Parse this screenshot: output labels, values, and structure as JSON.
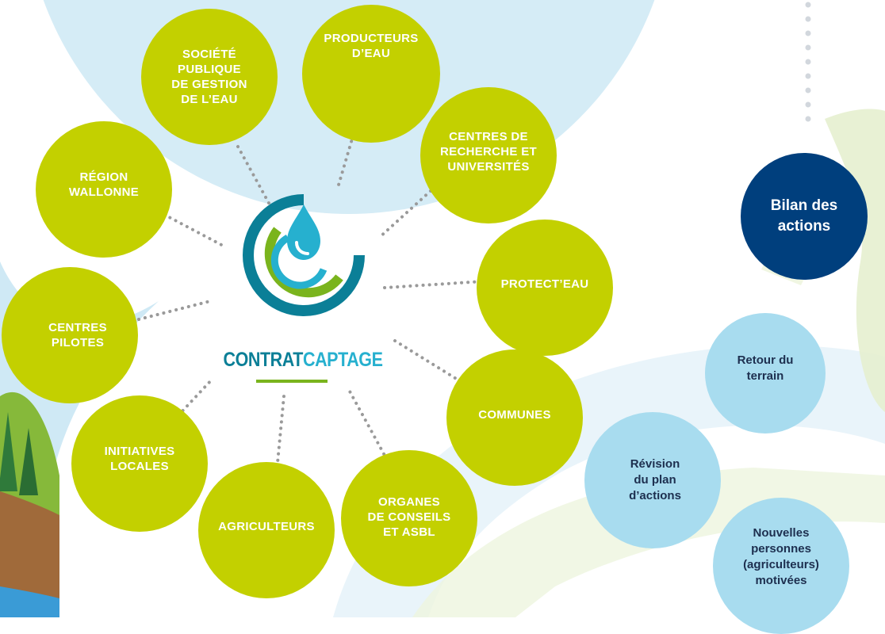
{
  "logo": {
    "word1": "CONTRAT",
    "word2": "CAPTAGE"
  },
  "partners": [
    {
      "id": "societe",
      "label": "SOCIÉTÉ\nPUBLIQUE\nDE GESTION\nDE L’EAU"
    },
    {
      "id": "producteurs",
      "label": "PRODUCTEURS\nD’EAU"
    },
    {
      "id": "centres-recherche",
      "label": "CENTRES DE\nRECHERCHE ET\nUNIVERSITÉS"
    },
    {
      "id": "region",
      "label": "RÉGION\nWALLONNE"
    },
    {
      "id": "protecteau",
      "label": "PROTECT’EAU"
    },
    {
      "id": "centres-pilotes",
      "label": "CENTRES\nPILOTES"
    },
    {
      "id": "communes",
      "label": "COMMUNES"
    },
    {
      "id": "initiatives",
      "label": "INITIATIVES\nLOCALES"
    },
    {
      "id": "agriculteurs",
      "label": "AGRICULTEURS"
    },
    {
      "id": "organes",
      "label": "ORGANES\nDE CONSEILS\nET ASBL"
    }
  ],
  "cycle": {
    "bilan": "Bilan des\nactions",
    "retour": "Retour du\nterrain",
    "revision": "Révision\ndu plan\nd’actions",
    "nouvelles": "Nouvelles\npersonnes\n(agriculteurs)\nmotivées"
  },
  "colors": {
    "partner": "#c3d000",
    "cycle_light": "#a8dcef",
    "cycle_dark": "#003f7d",
    "logo_teal": "#0b7f97",
    "logo_cyan": "#26b0cf",
    "logo_green": "#7ab41d"
  }
}
